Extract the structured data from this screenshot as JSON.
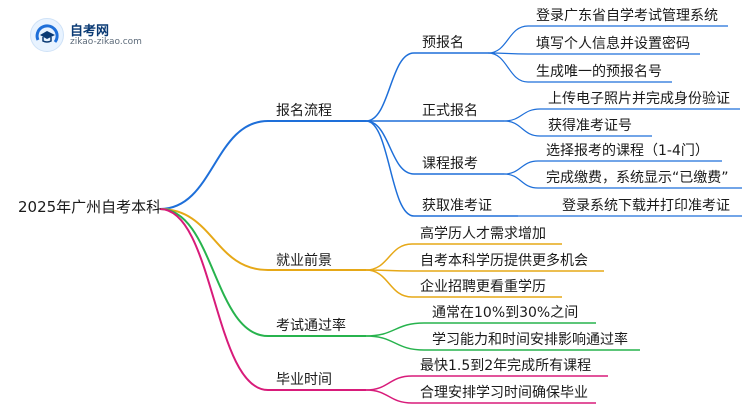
{
  "logo": {
    "site_name": "自考网",
    "url": "zikao-zikao.com",
    "icon": "graduation-cap-icon"
  },
  "mindmap": {
    "root": "2025年广州自考本科",
    "branches": [
      {
        "label": "报名流程",
        "color": "#1e6fd9",
        "children": [
          {
            "label": "预报名",
            "children": [
              "登录广东省自学考试管理系统",
              "填写个人信息并设置密码",
              "生成唯一的预报名号"
            ]
          },
          {
            "label": "正式报名",
            "children": [
              "上传电子照片并完成身份验证",
              "获得准考证号"
            ]
          },
          {
            "label": "课程报考",
            "children": [
              "选择报考的课程（1-4门）",
              "完成缴费，系统显示“已缴费”"
            ]
          },
          {
            "label": "获取准考证",
            "children": [
              "登录系统下载并打印准考证"
            ]
          }
        ]
      },
      {
        "label": "就业前景",
        "color": "#e6a817",
        "children": [
          "高学历人才需求增加",
          "自考本科学历提供更多机会",
          "企业招聘更看重学历"
        ]
      },
      {
        "label": "考试通过率",
        "color": "#27b34d",
        "children": [
          "通常在10%到30%之间",
          "学习能力和时间安排影响通过率"
        ]
      },
      {
        "label": "毕业时间",
        "color": "#d81b7a",
        "children": [
          "最快1.5到2年完成所有课程",
          "合理安排学习时间确保毕业"
        ]
      }
    ]
  }
}
